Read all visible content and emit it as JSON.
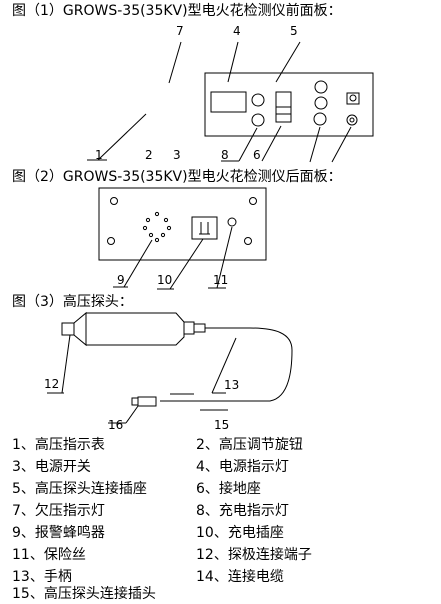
{
  "captions": {
    "front": "图（1）GROWS-35(35KV)型电火花检测仪前面板：",
    "rear": "图（2）GROWS-35(35KV)型电火花检测仪后面板：",
    "probe": "图（3）高压探头："
  },
  "callouts": [
    "1",
    "2",
    "3",
    "4",
    "5",
    "6",
    "7",
    "8",
    "9",
    "10",
    "11",
    "12",
    "13",
    "15",
    "16"
  ],
  "legend": [
    "1、高压指示表",
    "2、高压调节旋钮",
    "3、电源开关",
    "4、电源指示灯",
    "5、高压探头连接插座",
    "6、接地座",
    "7、欠压指示灯",
    "8、充电指示灯",
    "9、报警蜂鸣器",
    "10、充电插座",
    "11、保险丝",
    "12、探极连接端子",
    "13、手柄",
    "14、连接电缆",
    "15、高压探头连接插头"
  ]
}
